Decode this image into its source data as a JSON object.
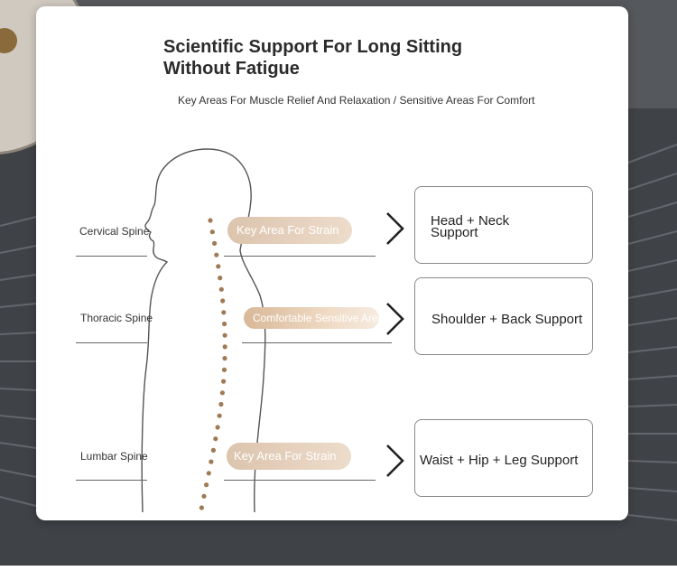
{
  "title": {
    "line1": "Scientific Support For Long Sitting",
    "line2": "Without Fatigue"
  },
  "subtitle": "Key Areas For Muscle Relief And Relaxation / Sensitive Areas For Comfort",
  "zones": [
    {
      "label": "Cervical Spine",
      "tag": "Key Area For Strain",
      "support": [
        "Head + Neck",
        "Support"
      ]
    },
    {
      "label": "Thoracic Spine",
      "tag": "Comfortable Sensitive Area",
      "support": [
        "Shoulder + Back Support"
      ]
    },
    {
      "label": "Lumbar Spine",
      "tag": "Key Area For Strain",
      "support": [
        "Waist + Hip + Leg Support"
      ]
    }
  ],
  "colors": {
    "card": "#ffffff",
    "pill_strain": "#dcc4ad",
    "pill_sensitive": "#d8b898",
    "spine_dots": "#a07a55"
  }
}
